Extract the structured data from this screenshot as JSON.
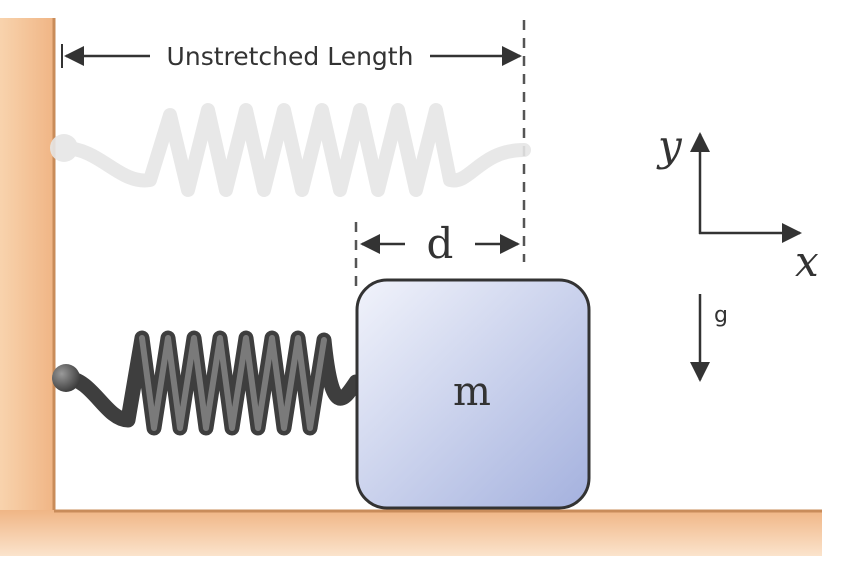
{
  "diagram": {
    "unstretched_label": "Unstretched Length",
    "displacement_label": "d",
    "mass_label": "m",
    "axis_y_label": "y",
    "axis_x_label": "x",
    "gravity_label": "g",
    "colors": {
      "wall": "#f6c79a",
      "wall_edge": "#e3a56f",
      "block_light": "#eef1fb",
      "block_dark": "#a9b5e0",
      "block_edge": "#4a4a4a",
      "spring_dark": "#5a5a5a",
      "spring_faded": "#e4e4e4",
      "line": "#333333"
    }
  }
}
